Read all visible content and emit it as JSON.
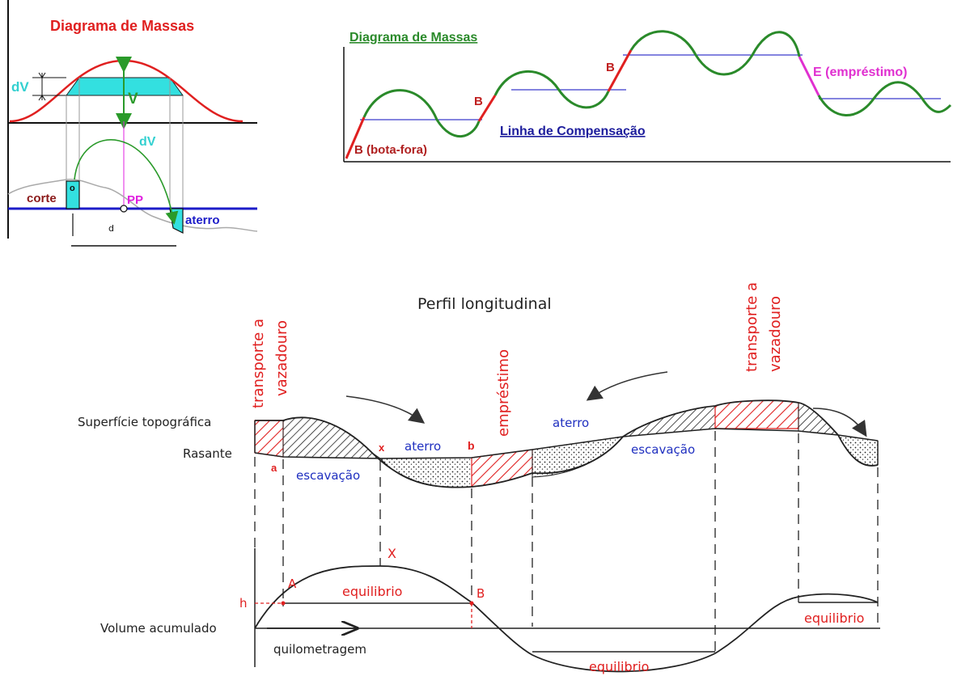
{
  "panel1": {
    "title": "Diagrama de Massas",
    "dV_label": "dV",
    "V_label": "V",
    "dV_arc_label": "dV",
    "o_label": "o",
    "corte_label": "corte",
    "pp_label": "PP",
    "aterro_label": "aterro",
    "d_label": "d",
    "colors": {
      "red": "#e02020",
      "cyan": "#33e0e0",
      "green": "#2a9a2a",
      "blue": "#1c1cc8",
      "dark_red": "#8b1a1a",
      "magenta": "#e020e0"
    }
  },
  "panel2": {
    "title": "Diagrama de Massas",
    "b_label_1": "B",
    "b_label_2": "B",
    "bota_fora_label": "B (bota-fora)",
    "emprestimo_label": "E (empréstimo)",
    "linha_label": "Linha de Compensação",
    "colors": {
      "green": "#2a8a2a",
      "red": "#e02020",
      "magenta": "#e030d0",
      "blue": "#1c1c9c"
    }
  },
  "panel3": {
    "title": "Perfil longitudinal",
    "transporte_1a": "transporte a",
    "transporte_1b": "vazadouro",
    "emprestimo": "empréstimo",
    "transporte_2a": "transporte a",
    "transporte_2b": "vazadouro",
    "superficie": "Superfície topográfica",
    "rasante": "Rasante",
    "a_label": "a",
    "x_label": "x",
    "b_label": "b",
    "aterro_1": "aterro",
    "aterro_2": "aterro",
    "escavacao_1": "escavação",
    "escavacao_2": "escavação",
    "X_label": "X",
    "A_label": "A",
    "B_label": "B",
    "h_label": "h",
    "equilibrio_1": "equilibrio",
    "equilibrio_2": "equilibrio",
    "equilibrio_3": "equilibrio",
    "volume_acumulado": "Volume acumulado",
    "quilometragem": "quilometragem",
    "colors": {
      "red": "#e02020",
      "blue": "#2030c0",
      "line": "#222222"
    }
  }
}
